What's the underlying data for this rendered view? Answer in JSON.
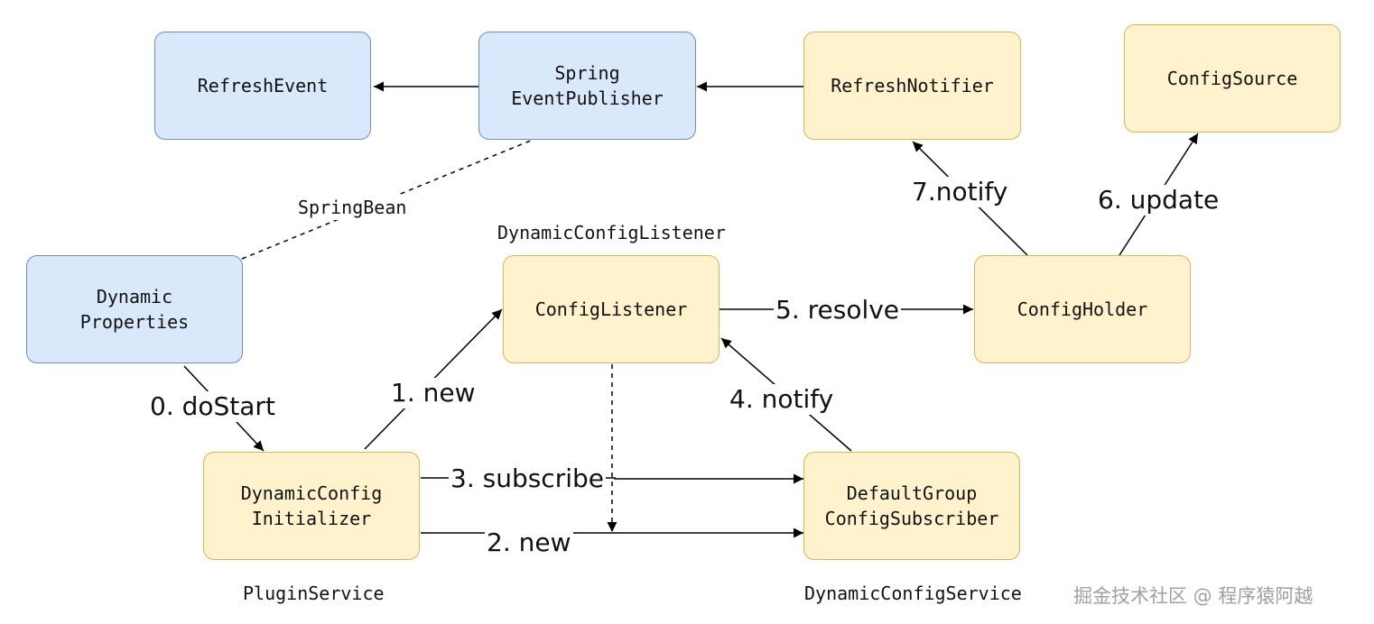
{
  "nodes": {
    "refresh_event": "RefreshEvent",
    "spring_event_publisher": "Spring\nEventPublisher",
    "refresh_notifier": "RefreshNotifier",
    "config_source": "ConfigSource",
    "dynamic_properties": "Dynamic\nProperties",
    "config_listener": "ConfigListener",
    "config_holder": "ConfigHolder",
    "dynamic_config_initializer": "DynamicConfig\nInitializer",
    "default_group_config_subscriber": "DefaultGroup\nConfigSubscriber"
  },
  "captions": {
    "dynamic_config_listener": "DynamicConfigListener",
    "plugin_service": "PluginService",
    "dynamic_config_service": "DynamicConfigService"
  },
  "edges": {
    "spring_bean": "SpringBean",
    "do_start": "0. doStart",
    "new_listener": "1. new",
    "new_subscriber": "2. new",
    "subscribe": "3. subscribe",
    "notify_listener": "4. notify",
    "resolve": "5. resolve",
    "update": "6. update",
    "notify_notifier": "7.notify"
  },
  "watermark": "掘金技术社区 @ 程序猿阿越",
  "colors": {
    "blue_fill": "#dae8fc",
    "blue_stroke": "#6c8ebf",
    "yellow_fill": "#fff2cc",
    "yellow_stroke": "#d6b656"
  }
}
